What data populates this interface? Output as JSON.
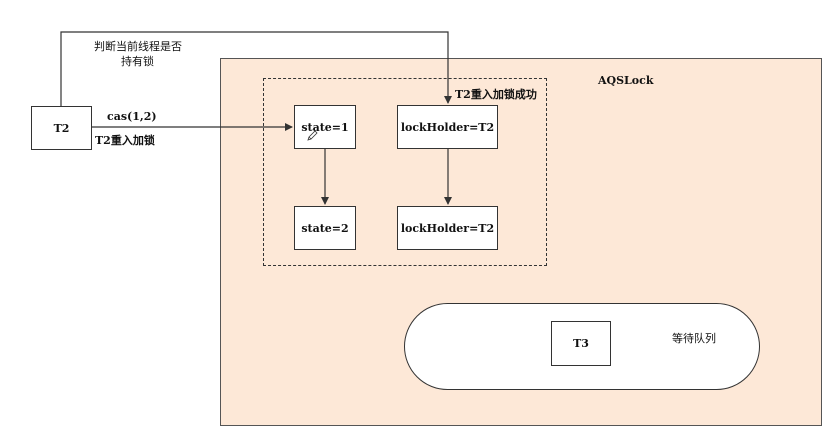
{
  "diagram": {
    "title": "AQSLock",
    "thread_t2": "T2",
    "thread_t3": "T3",
    "check_label_line1": "判断当前线程是否",
    "check_label_line2": "持有锁",
    "cas_label": "cas(1,2)",
    "reentrant_label": "T2重入加锁",
    "success_label": "T2重入加锁成功",
    "state_before": "state=1",
    "state_after": "state=2",
    "holder_before": "lockHolder=T2",
    "holder_after": "lockHolder=T2",
    "queue_label": "等待队列"
  },
  "colors": {
    "container_fill": "#fde8d7",
    "line": "#333333"
  }
}
